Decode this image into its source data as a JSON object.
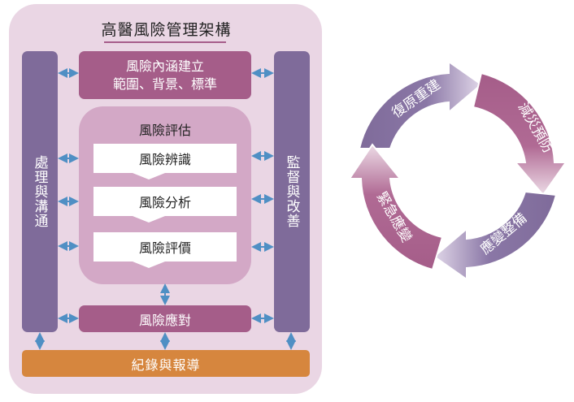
{
  "framework": {
    "title": "高醫風險管理架構",
    "left_bar": "處理與溝通",
    "right_bar": "監督與改善",
    "context_box": {
      "line1": "風險內涵建立",
      "line2": "範圍、背景、標準"
    },
    "assessment": {
      "title": "風險評估",
      "steps": [
        "風險辨識",
        "風險分析",
        "風險評價"
      ]
    },
    "treatment": "風險應對",
    "record": "紀錄與報導",
    "colors": {
      "panel": "#ead6e4",
      "side_bars": "#7f6b9a",
      "magenta_boxes": "#a55d89",
      "assessment_bg": "#d3a8c6",
      "record_bar": "#d6863e",
      "arrows": "#4f8fc4"
    }
  },
  "cycle": {
    "segments": [
      "減災預防",
      "應變整備",
      "緊急應變",
      "復原重建"
    ],
    "colors": {
      "purple": "#7f6b9a",
      "magenta": "#a55d89",
      "light": "#e8dbe8"
    }
  }
}
